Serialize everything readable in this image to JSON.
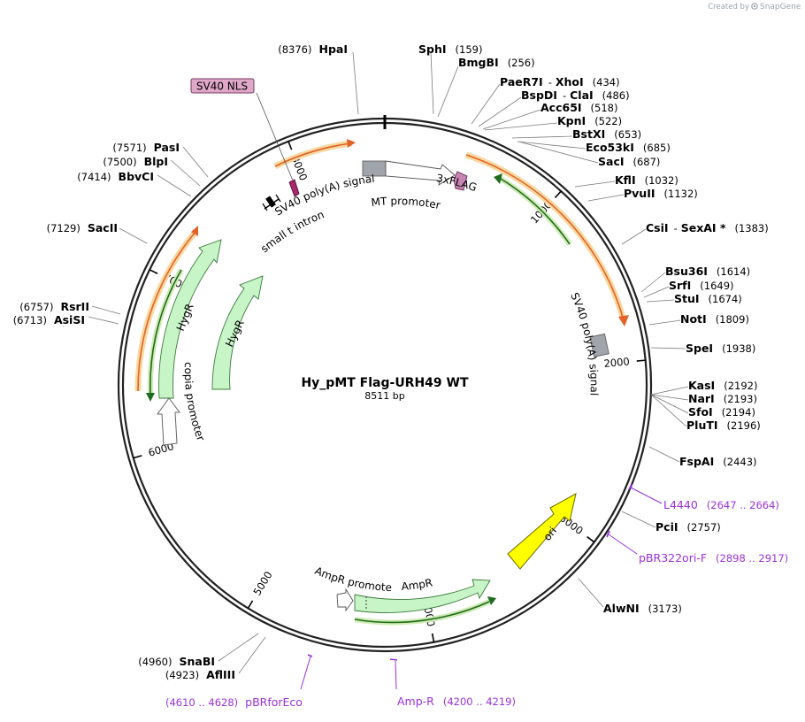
{
  "header": {
    "created_by": "Created by",
    "brand": "SnapGene",
    "brand_color": "#9aa3ab"
  },
  "map": {
    "name": "Hy_pMT Flag-URH49 WT",
    "length_label": "8511 bp",
    "length": 8511,
    "ticks": [
      "1000",
      "2000",
      "3000",
      "4000",
      "5000",
      "6000",
      "7000",
      "8000"
    ]
  },
  "sites": [
    {
      "name": "HpaI",
      "pos": "(8376)"
    },
    {
      "name": "SphI",
      "pos": "(159)"
    },
    {
      "name": "BmgBI",
      "pos": "(256)"
    },
    {
      "name": "PaeR7I",
      "sep": "-",
      "name2": "XhoI",
      "pos": "(434)"
    },
    {
      "name": "BspDI",
      "sep": "-",
      "name2": "ClaI",
      "pos": "(486)"
    },
    {
      "name": "Acc65I",
      "pos": "(518)"
    },
    {
      "name": "KpnI",
      "pos": "(522)"
    },
    {
      "name": "BstXI",
      "pos": "(653)"
    },
    {
      "name": "Eco53kI",
      "pos": "(685)"
    },
    {
      "name": "SacI",
      "pos": "(687)"
    },
    {
      "name": "KflI",
      "pos": "(1032)"
    },
    {
      "name": "PvuII",
      "pos": "(1132)"
    },
    {
      "name": "CsiI",
      "sep": "-",
      "name2": "SexAI *",
      "pos": "(1383)"
    },
    {
      "name": "Bsu36I",
      "pos": "(1614)"
    },
    {
      "name": "SrfI",
      "pos": "(1649)"
    },
    {
      "name": "StuI",
      "pos": "(1674)"
    },
    {
      "name": "NotI",
      "pos": "(1809)"
    },
    {
      "name": "SpeI",
      "pos": "(1938)"
    },
    {
      "name": "KasI",
      "pos": "(2192)"
    },
    {
      "name": "NarI",
      "pos": "(2193)"
    },
    {
      "name": "SfoI",
      "pos": "(2194)"
    },
    {
      "name": "PluTI",
      "pos": "(2196)"
    },
    {
      "name": "FspAI",
      "pos": "(2443)"
    },
    {
      "name": "PciI",
      "pos": "(2757)"
    },
    {
      "name": "AlwNI",
      "pos": "(3173)"
    },
    {
      "name": "SnaBI",
      "pos": "(4960)"
    },
    {
      "name": "AflIII",
      "pos": "(4923)"
    },
    {
      "name": "AsiSI",
      "pos": "(6713)"
    },
    {
      "name": "RsrII",
      "pos": "(6757)"
    },
    {
      "name": "SacII",
      "pos": "(7129)"
    },
    {
      "name": "BbvCI",
      "pos": "(7414)"
    },
    {
      "name": "BlpI",
      "pos": "(7500)"
    },
    {
      "name": "PasI",
      "pos": "(7571)"
    }
  ],
  "primers": [
    {
      "name": "L4440",
      "pos": "(2647 .. 2664)"
    },
    {
      "name": "pBR322ori-F",
      "pos": "(2898 .. 2917)"
    },
    {
      "name": "Amp-R",
      "pos": "(4200 .. 4219)"
    },
    {
      "name": "pBRforEco",
      "pos": "(4610 .. 4628)"
    }
  ],
  "features": {
    "sv40_nls": "SV40 NLS",
    "sv40_polya_1": "SV40 poly(A) signal",
    "small_t_intron": "small t intron",
    "mt_promoter": "MT promoter",
    "flag": "3xFLAG",
    "sv40_polya_2": "SV40 poly(A) signal",
    "hygr_outer": "HygR",
    "hygr_inner": "HygR",
    "copia_promoter": "copia promoter",
    "ori": "ori",
    "ampr_promoter": "AmpR promoter",
    "ampr": "AmpR"
  },
  "colors": {
    "orf": "#f0b14a",
    "orf_inner": "#e2622a",
    "orf_green": "#b9e08a",
    "orf_green_inner": "#1f6b1f",
    "hygr": "#c8f5c8",
    "ori": "#ffff00",
    "polya": "#a0a4ab",
    "flag": "#c784b2",
    "nls": "#dfa8c9",
    "primer": "#9b30d9"
  }
}
